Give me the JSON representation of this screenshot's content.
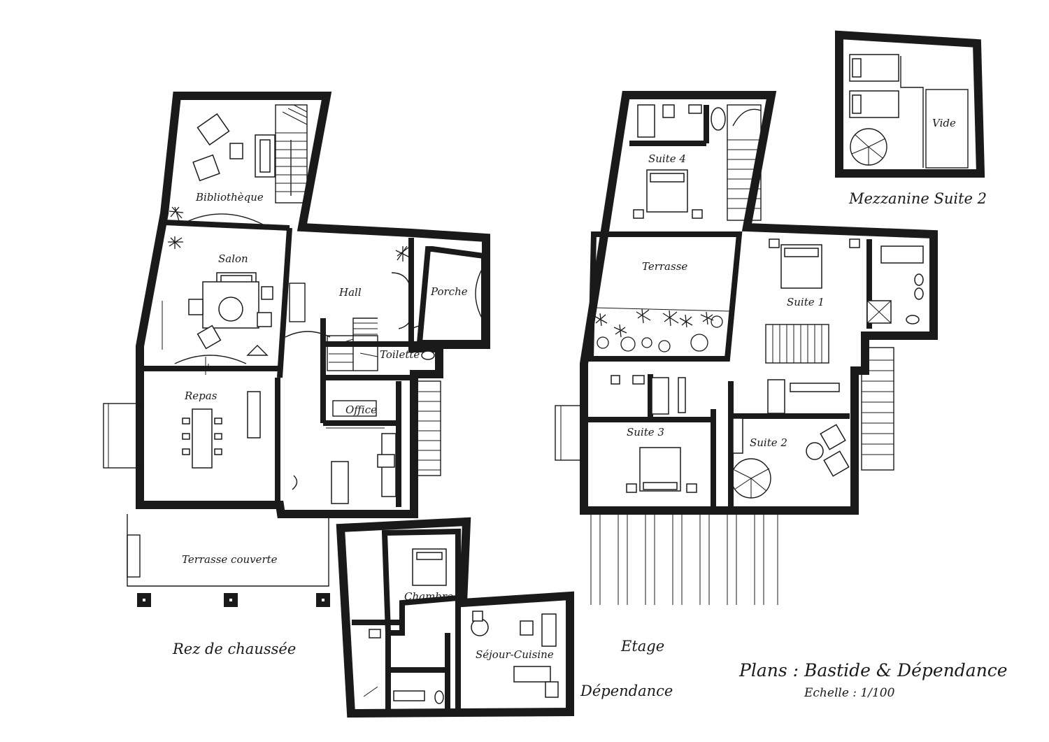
{
  "labels": {
    "ground": {
      "bibliotheque": "Bibliothèque",
      "salon": "Salon",
      "hall": "Hall",
      "porche": "Porche",
      "toilette": "Toilette",
      "office": "Office",
      "repas": "Repas",
      "terrasse_couverte": "Terrasse couverte"
    },
    "upper": {
      "suite4": "Suite 4",
      "terrasse": "Terrasse",
      "suite1": "Suite 1",
      "suite3": "Suite 3",
      "suite2": "Suite 2"
    },
    "mezzanine": {
      "vide": "Vide",
      "caption": "Mezzanine Suite 2"
    },
    "annex": {
      "chambre": "Chambre",
      "sejour_cuisine": "Séjour-Cuisine"
    }
  },
  "captions": {
    "rez": "Rez de chaussée",
    "etage": "Etage",
    "dependance": "Dépendance"
  },
  "title": {
    "main": "Plans : Bastide & Dépendance",
    "scale": "Echelle : 1/100"
  }
}
